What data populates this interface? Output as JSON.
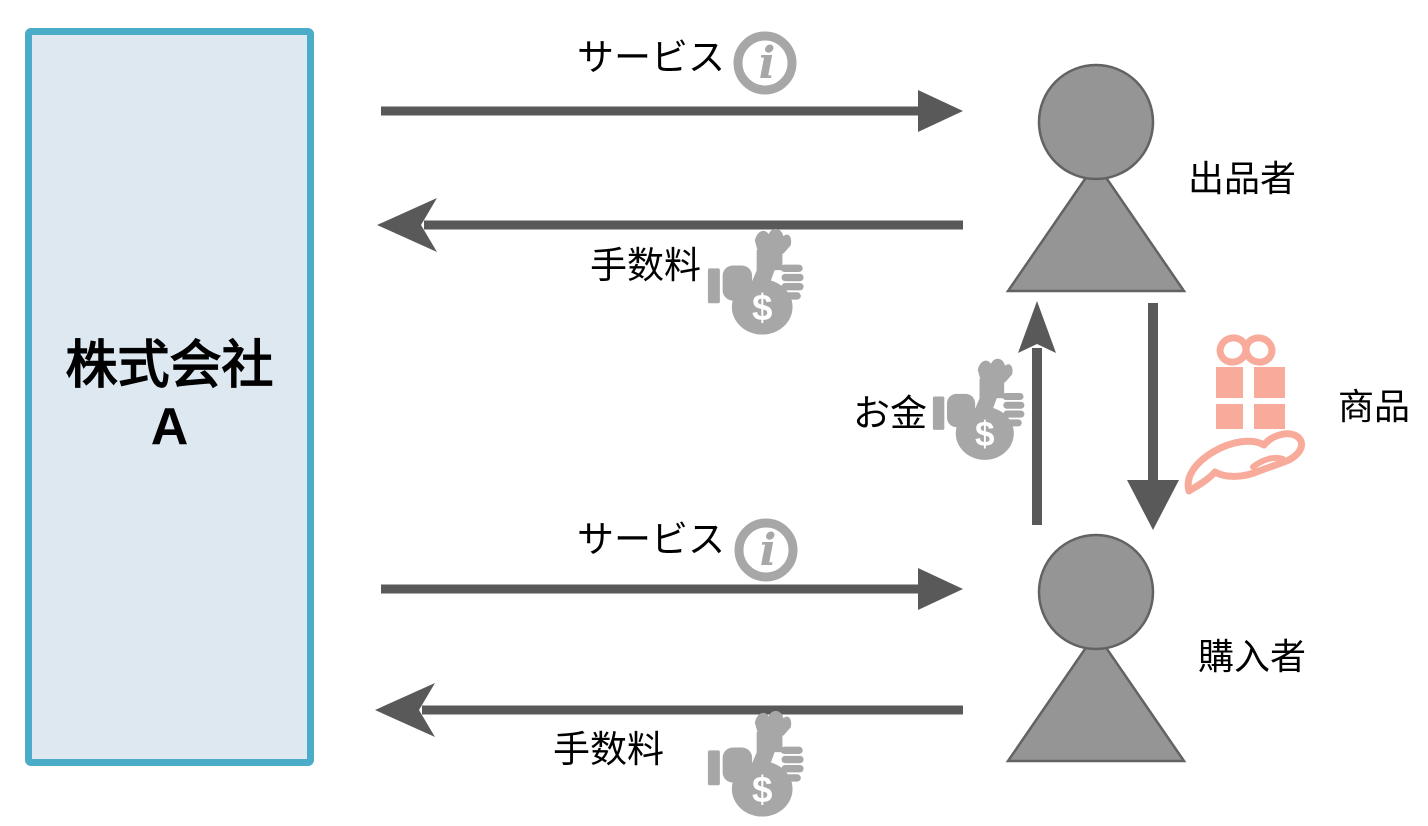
{
  "diagram": {
    "title": "marketplace-commission-flow",
    "company": {
      "line1": "株式会社",
      "line2": "A"
    },
    "seller_label": "出品者",
    "buyer_label": "購入者",
    "service_top_label": "サービス",
    "fee_top_label": "手数料",
    "service_bottom_label": "サービス",
    "fee_bottom_label": "手数料",
    "money_label": "お金",
    "goods_label": "商品"
  },
  "icons": {
    "info_glyph": "i",
    "currency_symbol": "$"
  },
  "colors": {
    "background": "#ffffff",
    "company_box_fill": "#dde8f1",
    "company_box_border": "#4aacc6",
    "arrow_gray": "#595959",
    "person_fill": "#959595",
    "person_stroke": "#636363",
    "icon_gray": "#a7a7a7",
    "gift_salmon": "#f8ab9b",
    "text": "#000000"
  }
}
